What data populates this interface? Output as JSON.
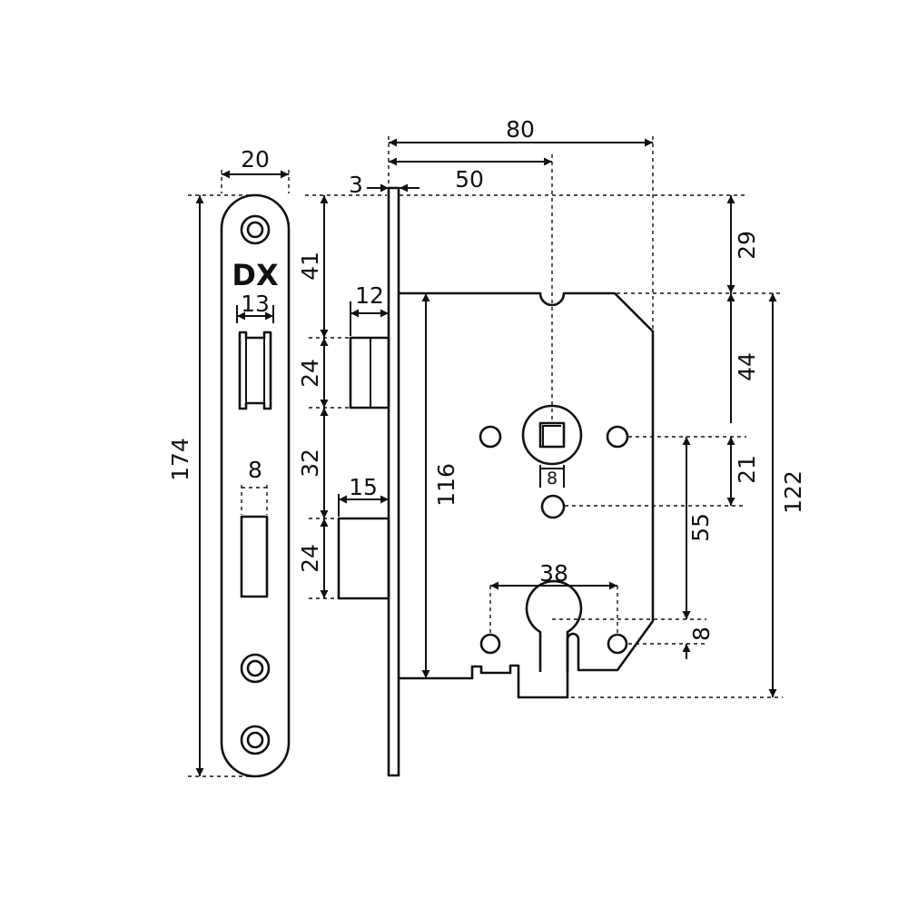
{
  "brand": "DX",
  "faceplate": {
    "width": "20",
    "height": "174",
    "latch_slot_width": "13",
    "bolt_slot_width": "8"
  },
  "profile": {
    "plate_thickness": "3",
    "backset": "50",
    "body_depth": "80",
    "latch_projection": "12",
    "bolt_projection": "15",
    "top_to_latch": "41",
    "latch_height": "24",
    "latch_to_bolt": "32",
    "bolt_height": "24",
    "case_height": "116"
  },
  "case_dims": {
    "spindle_square": "8",
    "cylinder_width": "38",
    "top_offset": "29",
    "case_top_to_follower": "44",
    "follower_to_hole": "21",
    "center_distance": "55",
    "cylinder_offset": "8",
    "total_height": "122"
  }
}
